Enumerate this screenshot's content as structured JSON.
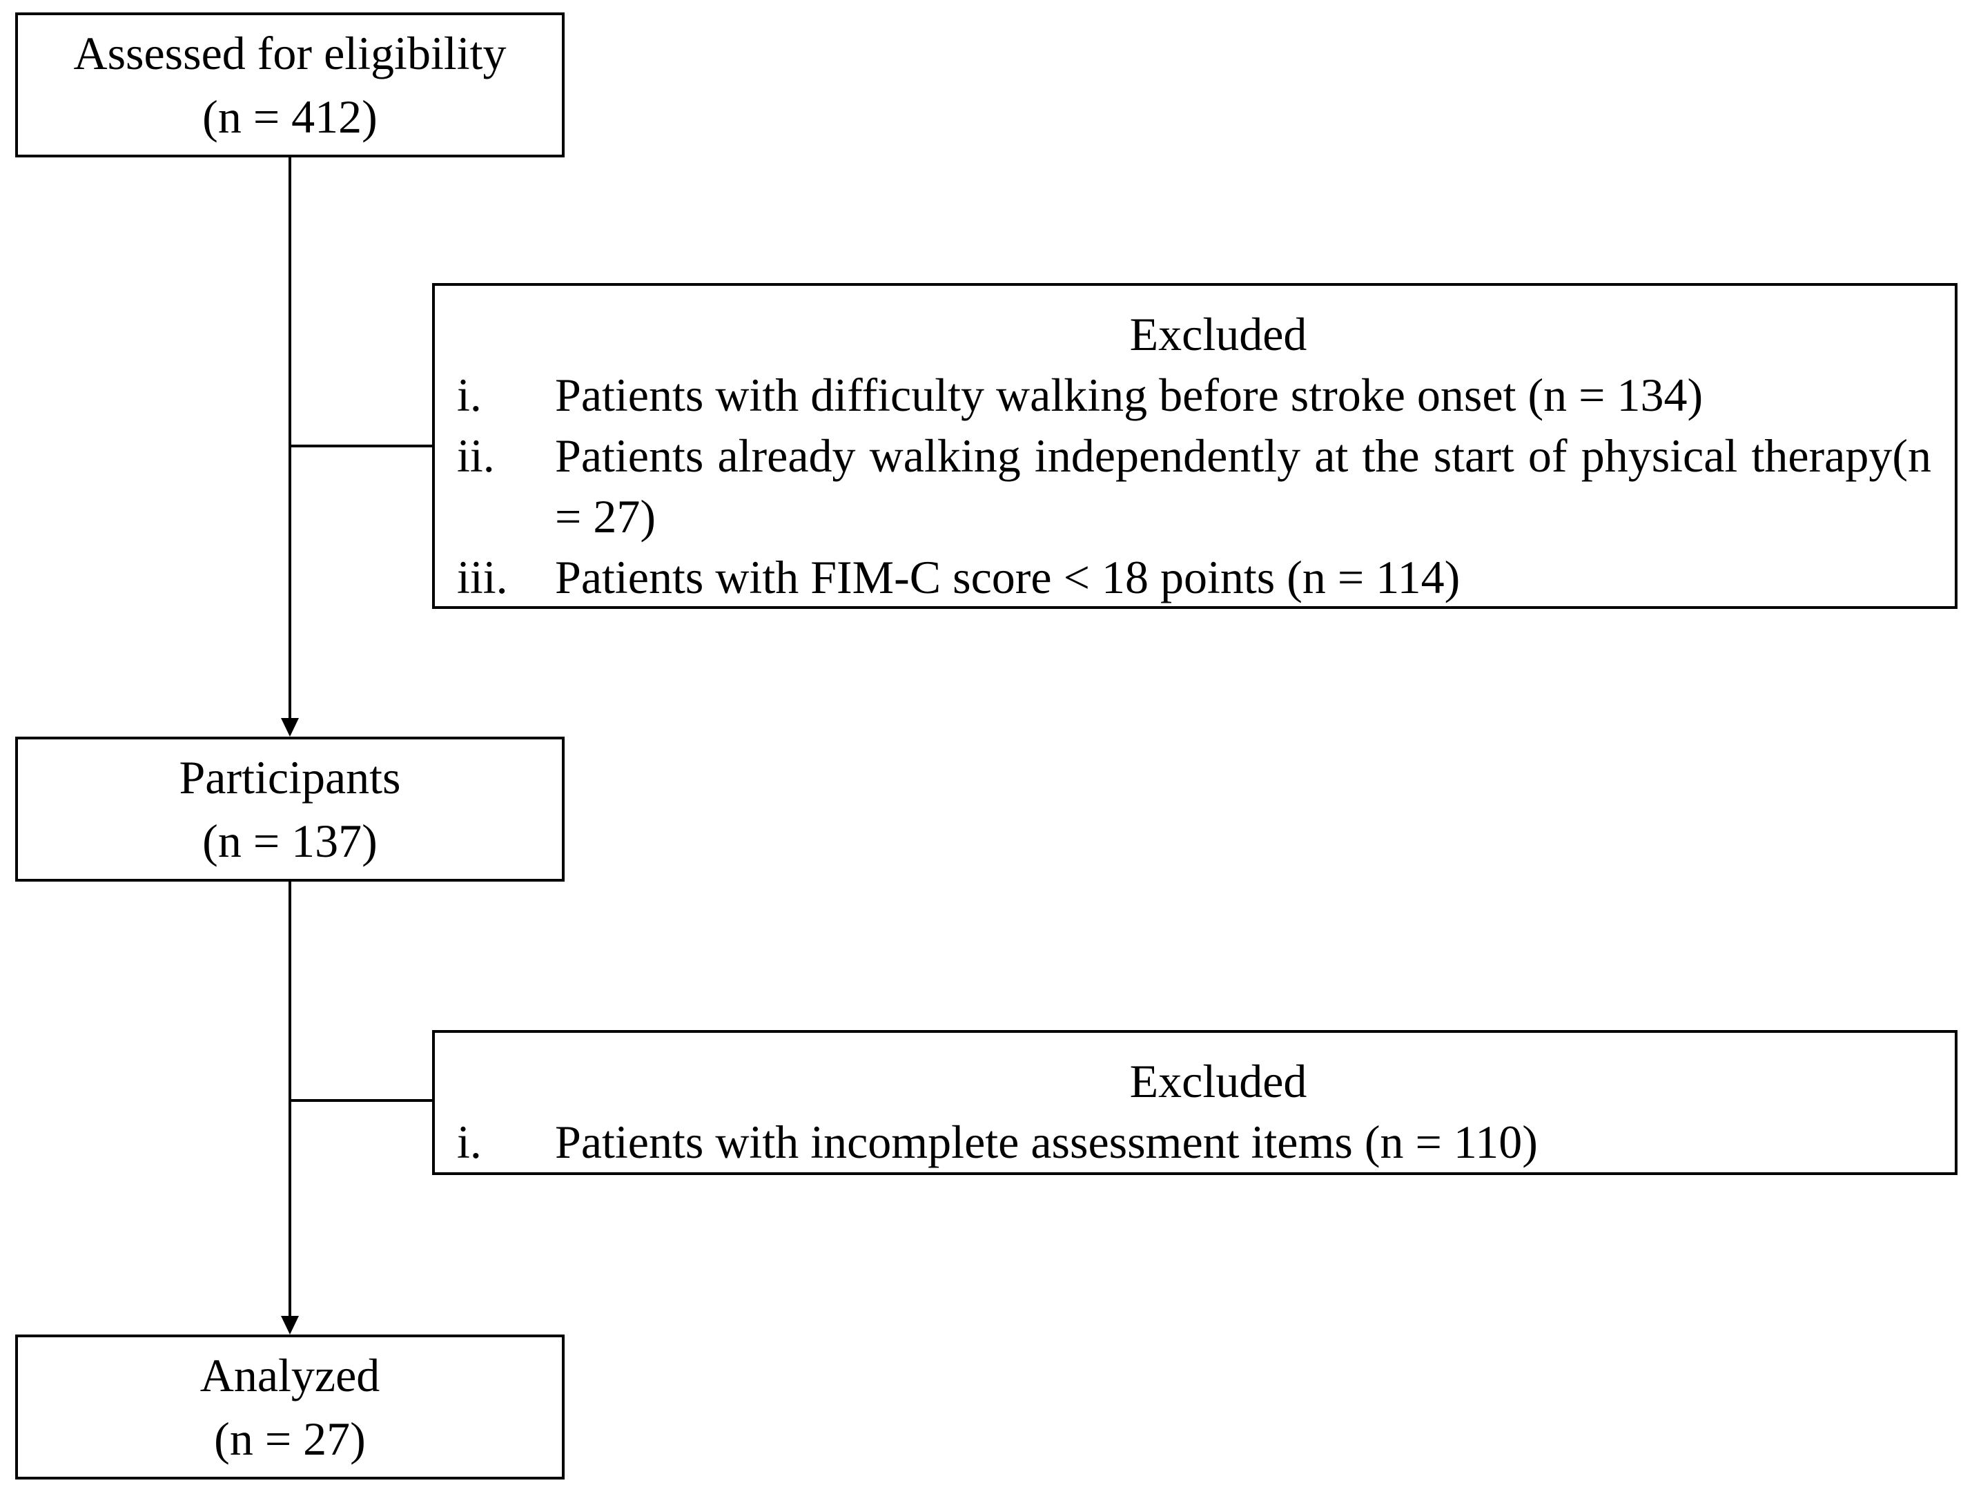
{
  "boxes": {
    "assessed": {
      "line1": "Assessed for eligibility",
      "line2": "(n = 412)"
    },
    "participants": {
      "line1": "Participants",
      "line2": "(n = 137)"
    },
    "analyzed": {
      "line1": "Analyzed",
      "line2": "(n = 27)"
    }
  },
  "excluded_1": {
    "title": "Excluded",
    "items": [
      {
        "numeral": "i.",
        "text": "Patients with difficulty walking before stroke onset (n = 134)"
      },
      {
        "numeral": "ii.",
        "text": "Patients already walking independently at the start of physical therapy(n = 27)"
      },
      {
        "numeral": "iii.",
        "text": "Patients with FIM-C score < 18 points (n = 114)"
      }
    ]
  },
  "excluded_2": {
    "title": "Excluded",
    "items": [
      {
        "numeral": "i.",
        "text": "Patients with incomplete assessment items (n = 110)"
      }
    ]
  },
  "colors": {
    "stroke": "#000000",
    "background": "#ffffff"
  }
}
